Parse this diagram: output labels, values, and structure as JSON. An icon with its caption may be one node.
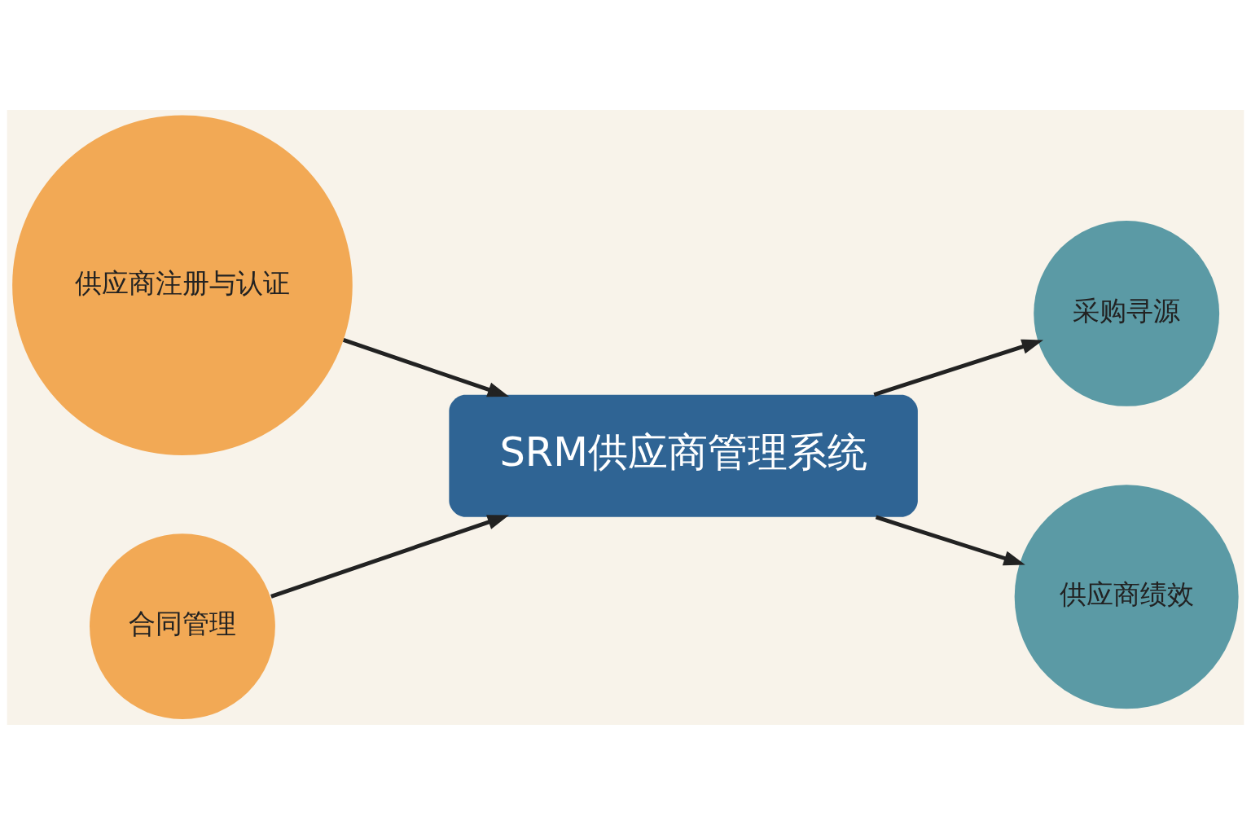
{
  "diagram": {
    "nodes": [
      {
        "text": [
          "供应商注册与认证"
        ]
      },
      {
        "text": [
          "SRM供应商管理系统"
        ]
      },
      {
        "text": [
          "采购寻源"
        ]
      },
      {
        "text": [
          "供应商绩效"
        ]
      },
      {
        "text": [
          "合同管理"
        ]
      }
    ],
    "edges": [
      {
        "from": 0,
        "to": 1,
        "arrow": "to"
      },
      {
        "from": 1,
        "to": 2,
        "arrow": "to"
      },
      {
        "from": 1,
        "to": 3,
        "arrow": "to"
      },
      {
        "from": 4,
        "to": 1,
        "arrow": "to"
      }
    ]
  }
}
